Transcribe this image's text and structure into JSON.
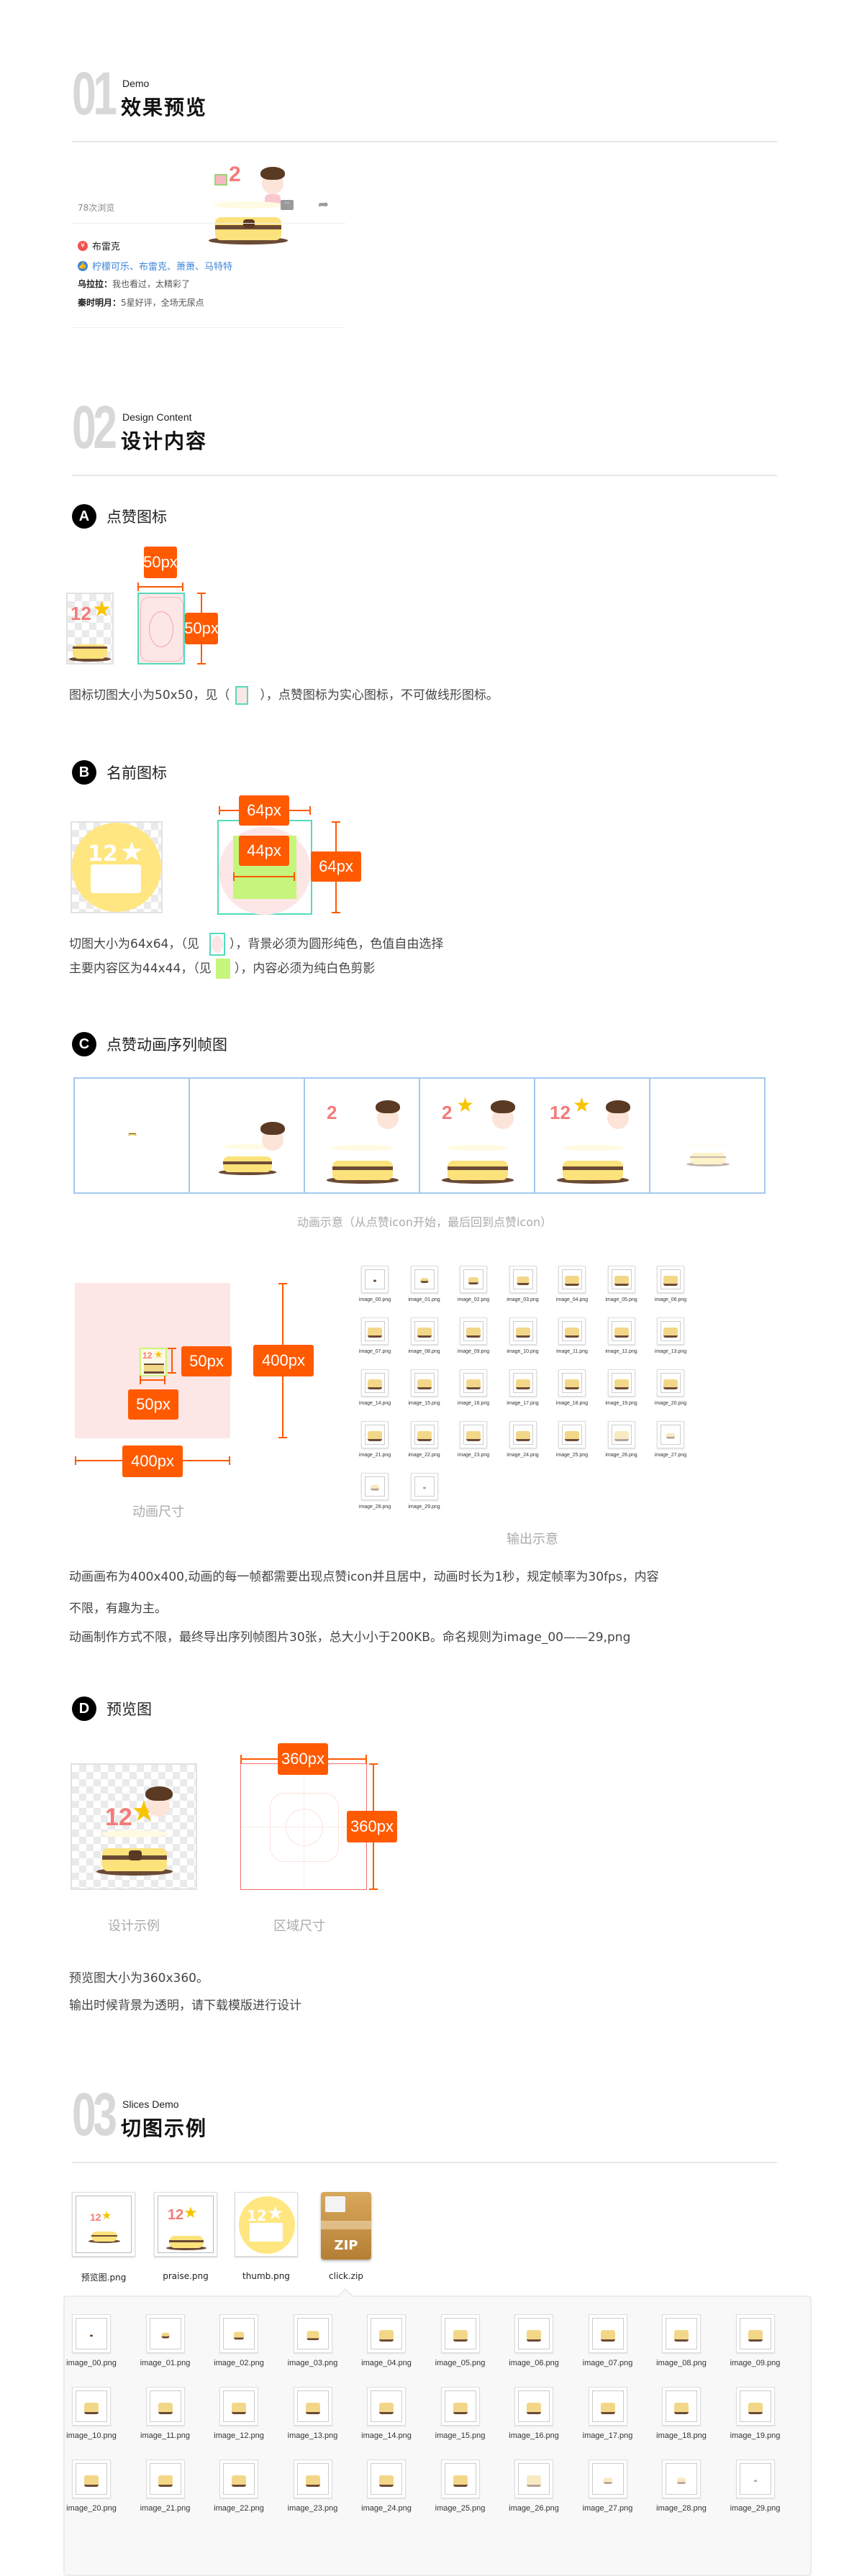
{
  "section1": {
    "num": "01",
    "en": "Demo",
    "cn": "效果预览",
    "preview": {
      "views": "78次浏览",
      "comment_icon": "comment-icon",
      "share_icon": "share-icon",
      "author": "布雷克",
      "author_badge": "¥",
      "likes_icon": "thumb-up-icon",
      "likes": "柠檬可乐、布雷克、萧萧、马特特",
      "comments": [
        {
          "user": "乌拉拉：",
          "text": "我也看过，太精彩了"
        },
        {
          "user": "秦时明月：",
          "text": "5星好评，全场无尿点"
        }
      ],
      "number_glyph": "2"
    }
  },
  "section2": {
    "num": "02",
    "en": "Design Content",
    "cn": "设计内容",
    "a": {
      "badge": "A",
      "title": "点赞图标",
      "width_tag": "50px",
      "height_tag": "50px",
      "icon_number": "12",
      "text_before": "图标切图大小为50x50，见（",
      "text_after": "），点赞图标为实心图标，不可做线形图标。"
    },
    "b": {
      "badge": "B",
      "title": "名前图标",
      "outer_width_tag": "64px",
      "inner_width_tag": "44px",
      "outer_height_tag": "64px",
      "thumb_number": "12",
      "line1_before": "切图大小为64x64，（见",
      "line1_after": "），背景必须为圆形纯色，色值自由选择",
      "line2_before": "主要内容区为44x44，（见",
      "line2_after": "），内容必须为纯白色剪影"
    },
    "c": {
      "badge": "C",
      "title": "点赞动画序列帧图",
      "frame_caption": "动画示意（从点赞icon开始，最后回到点赞icon）",
      "frames": [
        "frame-1",
        "frame-2",
        "frame-3",
        "frame-4",
        "frame-5",
        "frame-6"
      ],
      "canvas_caption": "动画尺寸",
      "icon_w_tag": "50px",
      "icon_h_tag": "50px",
      "canvas_w_tag": "400px",
      "canvas_h_tag": "400px",
      "output_caption": "输出示意",
      "output_files": [
        "image_00.png",
        "image_01.png",
        "image_02.png",
        "image_03.png",
        "image_04.png",
        "image_05.png",
        "image_06.png",
        "image_07.png",
        "image_08.png",
        "image_09.png",
        "image_10.png",
        "image_11.png",
        "image_12.png",
        "image_13.png",
        "image_14.png",
        "image_15.png",
        "image_16.png",
        "image_17.png",
        "image_18.png",
        "image_19.png",
        "image_20.png",
        "image_21.png",
        "image_22.png",
        "image_23.png",
        "image_24.png",
        "image_25.png",
        "image_26.png",
        "image_27.png",
        "image_28.png",
        "image_29.png"
      ],
      "desc1": "动画画布为400x400,动画的每一帧都需要出现点赞icon并且居中，动画时长为1秒，规定帧率为30fps，内容",
      "desc2": "不限，有趣为主。",
      "desc3": "动画制作方式不限，最终导出序列帧图片30张，总大小小于200KB。命名规则为image_00——29,png"
    },
    "d": {
      "badge": "D",
      "title": "预览图",
      "example_caption": "设计示例",
      "area_caption": "区域尺寸",
      "w_tag": "360px",
      "h_tag": "360px",
      "desc1": "预览图大小为360x360。",
      "desc2": "输出时候背景为透明，请下载模版进行设计"
    }
  },
  "section3": {
    "num": "03",
    "en": "Slices Demo",
    "cn": "切图示例",
    "files": [
      {
        "name": "预览图.png",
        "kind": "preview"
      },
      {
        "name": "praise.png",
        "kind": "praise"
      },
      {
        "name": "thumb.png",
        "kind": "thumb"
      },
      {
        "name": "click.zip",
        "kind": "zip"
      }
    ],
    "zip_label": "ZIP",
    "zip_files": [
      "image_00.png",
      "image_01.png",
      "image_02.png",
      "image_03.png",
      "image_04.png",
      "image_05.png",
      "image_06.png",
      "image_07.png",
      "image_08.png",
      "image_09.png",
      "image_10.png",
      "image_11.png",
      "image_12.png",
      "image_13.png",
      "image_14.png",
      "image_15.png",
      "image_16.png",
      "image_17.png",
      "image_18.png",
      "image_19.png",
      "image_20.png",
      "image_21.png",
      "image_22.png",
      "image_23.png",
      "image_24.png",
      "image_25.png",
      "image_26.png",
      "image_27.png",
      "image_28.png",
      "image_29.png"
    ]
  }
}
